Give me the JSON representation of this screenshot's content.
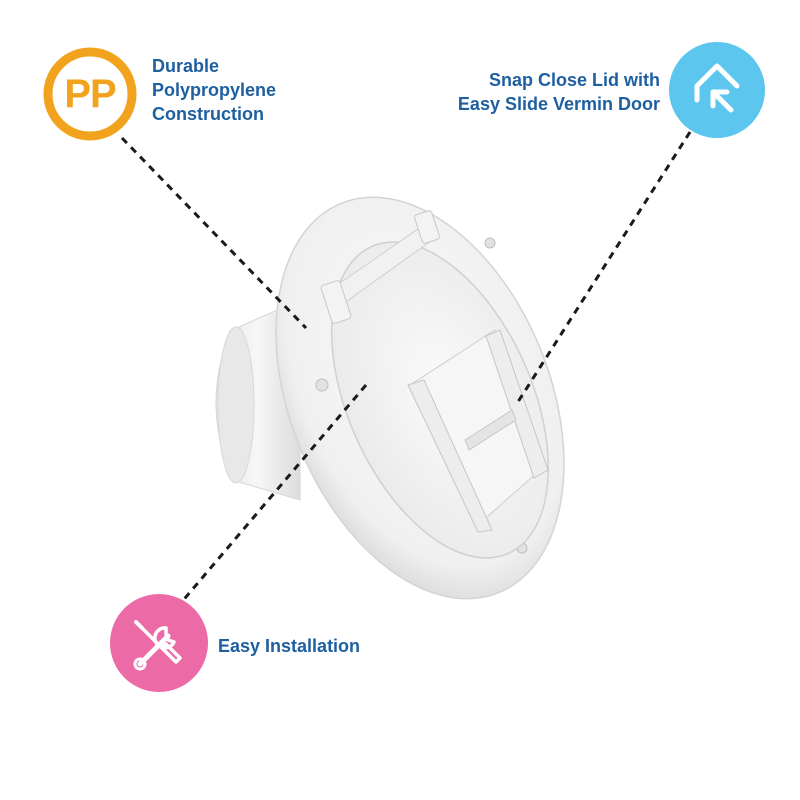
{
  "colors": {
    "label_text": "#1e5fa0",
    "pp_ring": "#f2a31d",
    "lid_badge": "#5cc6ee",
    "install_badge": "#ec6aa6",
    "leader_line": "#1a1a1a",
    "product": "#f4f4f4"
  },
  "features": {
    "material": {
      "badge_text": "PP",
      "badge_icon": "pp-ring-icon",
      "label": "Durable\nPolypropylene\nConstruction"
    },
    "lid": {
      "badge_icon": "snap-close-arrow-icon",
      "label": "Snap Close Lid with\nEasy Slide Vermin Door"
    },
    "installation": {
      "badge_icon": "screwdriver-wrench-icon",
      "label": "Easy Installation"
    }
  },
  "product": {
    "name_icon": "round-cable-hatch-product"
  }
}
